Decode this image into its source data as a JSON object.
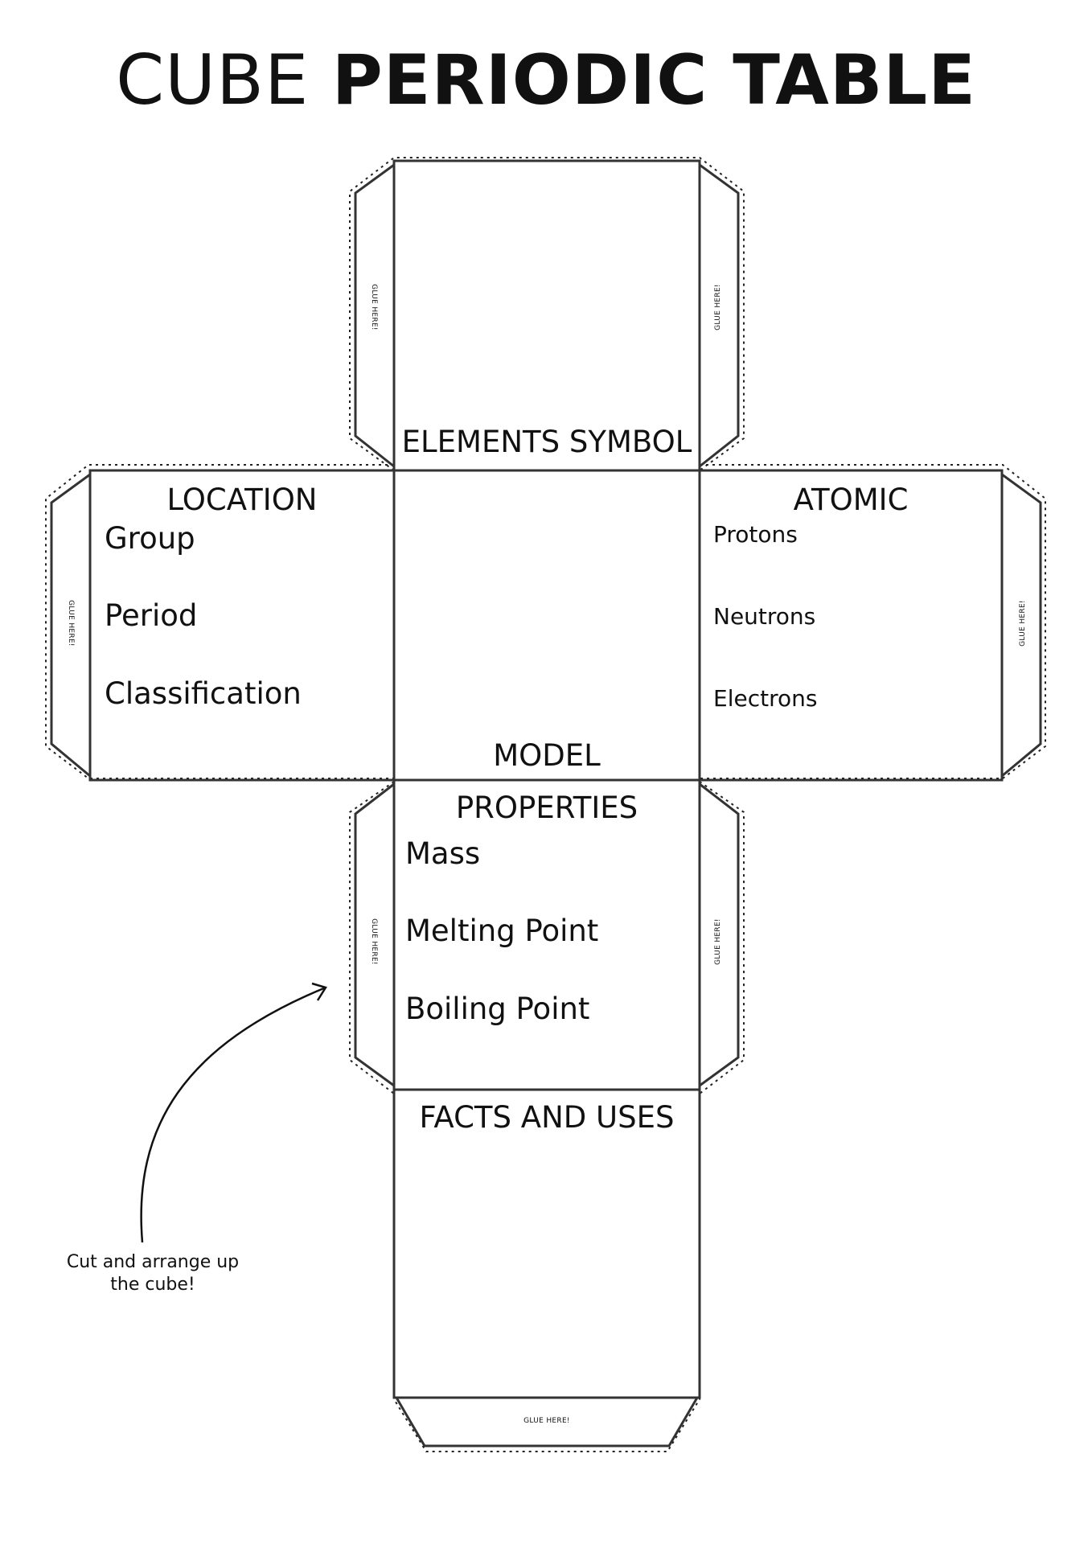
{
  "title": {
    "part1": "CUBE",
    "part2": "PERIODIC TABLE"
  },
  "faces": {
    "top": {
      "heading": "ELEMENTS SYMBOL"
    },
    "left": {
      "heading": "LOCATION",
      "items": [
        "Group",
        "Period",
        "Classification"
      ]
    },
    "center": {
      "heading": "MODEL"
    },
    "right": {
      "heading": "ATOMIC",
      "items": [
        "Protons",
        "Neutrons",
        "Electrons"
      ]
    },
    "lower": {
      "heading": "PROPERTIES",
      "items": [
        "Mass",
        "Melting Point",
        "Boiling Point"
      ]
    },
    "bottom": {
      "heading": "FACTS AND USES"
    }
  },
  "glue_label": "GLUE HERE!",
  "instruction": {
    "line1": "Cut and arrange up",
    "line2": "the cube!"
  }
}
